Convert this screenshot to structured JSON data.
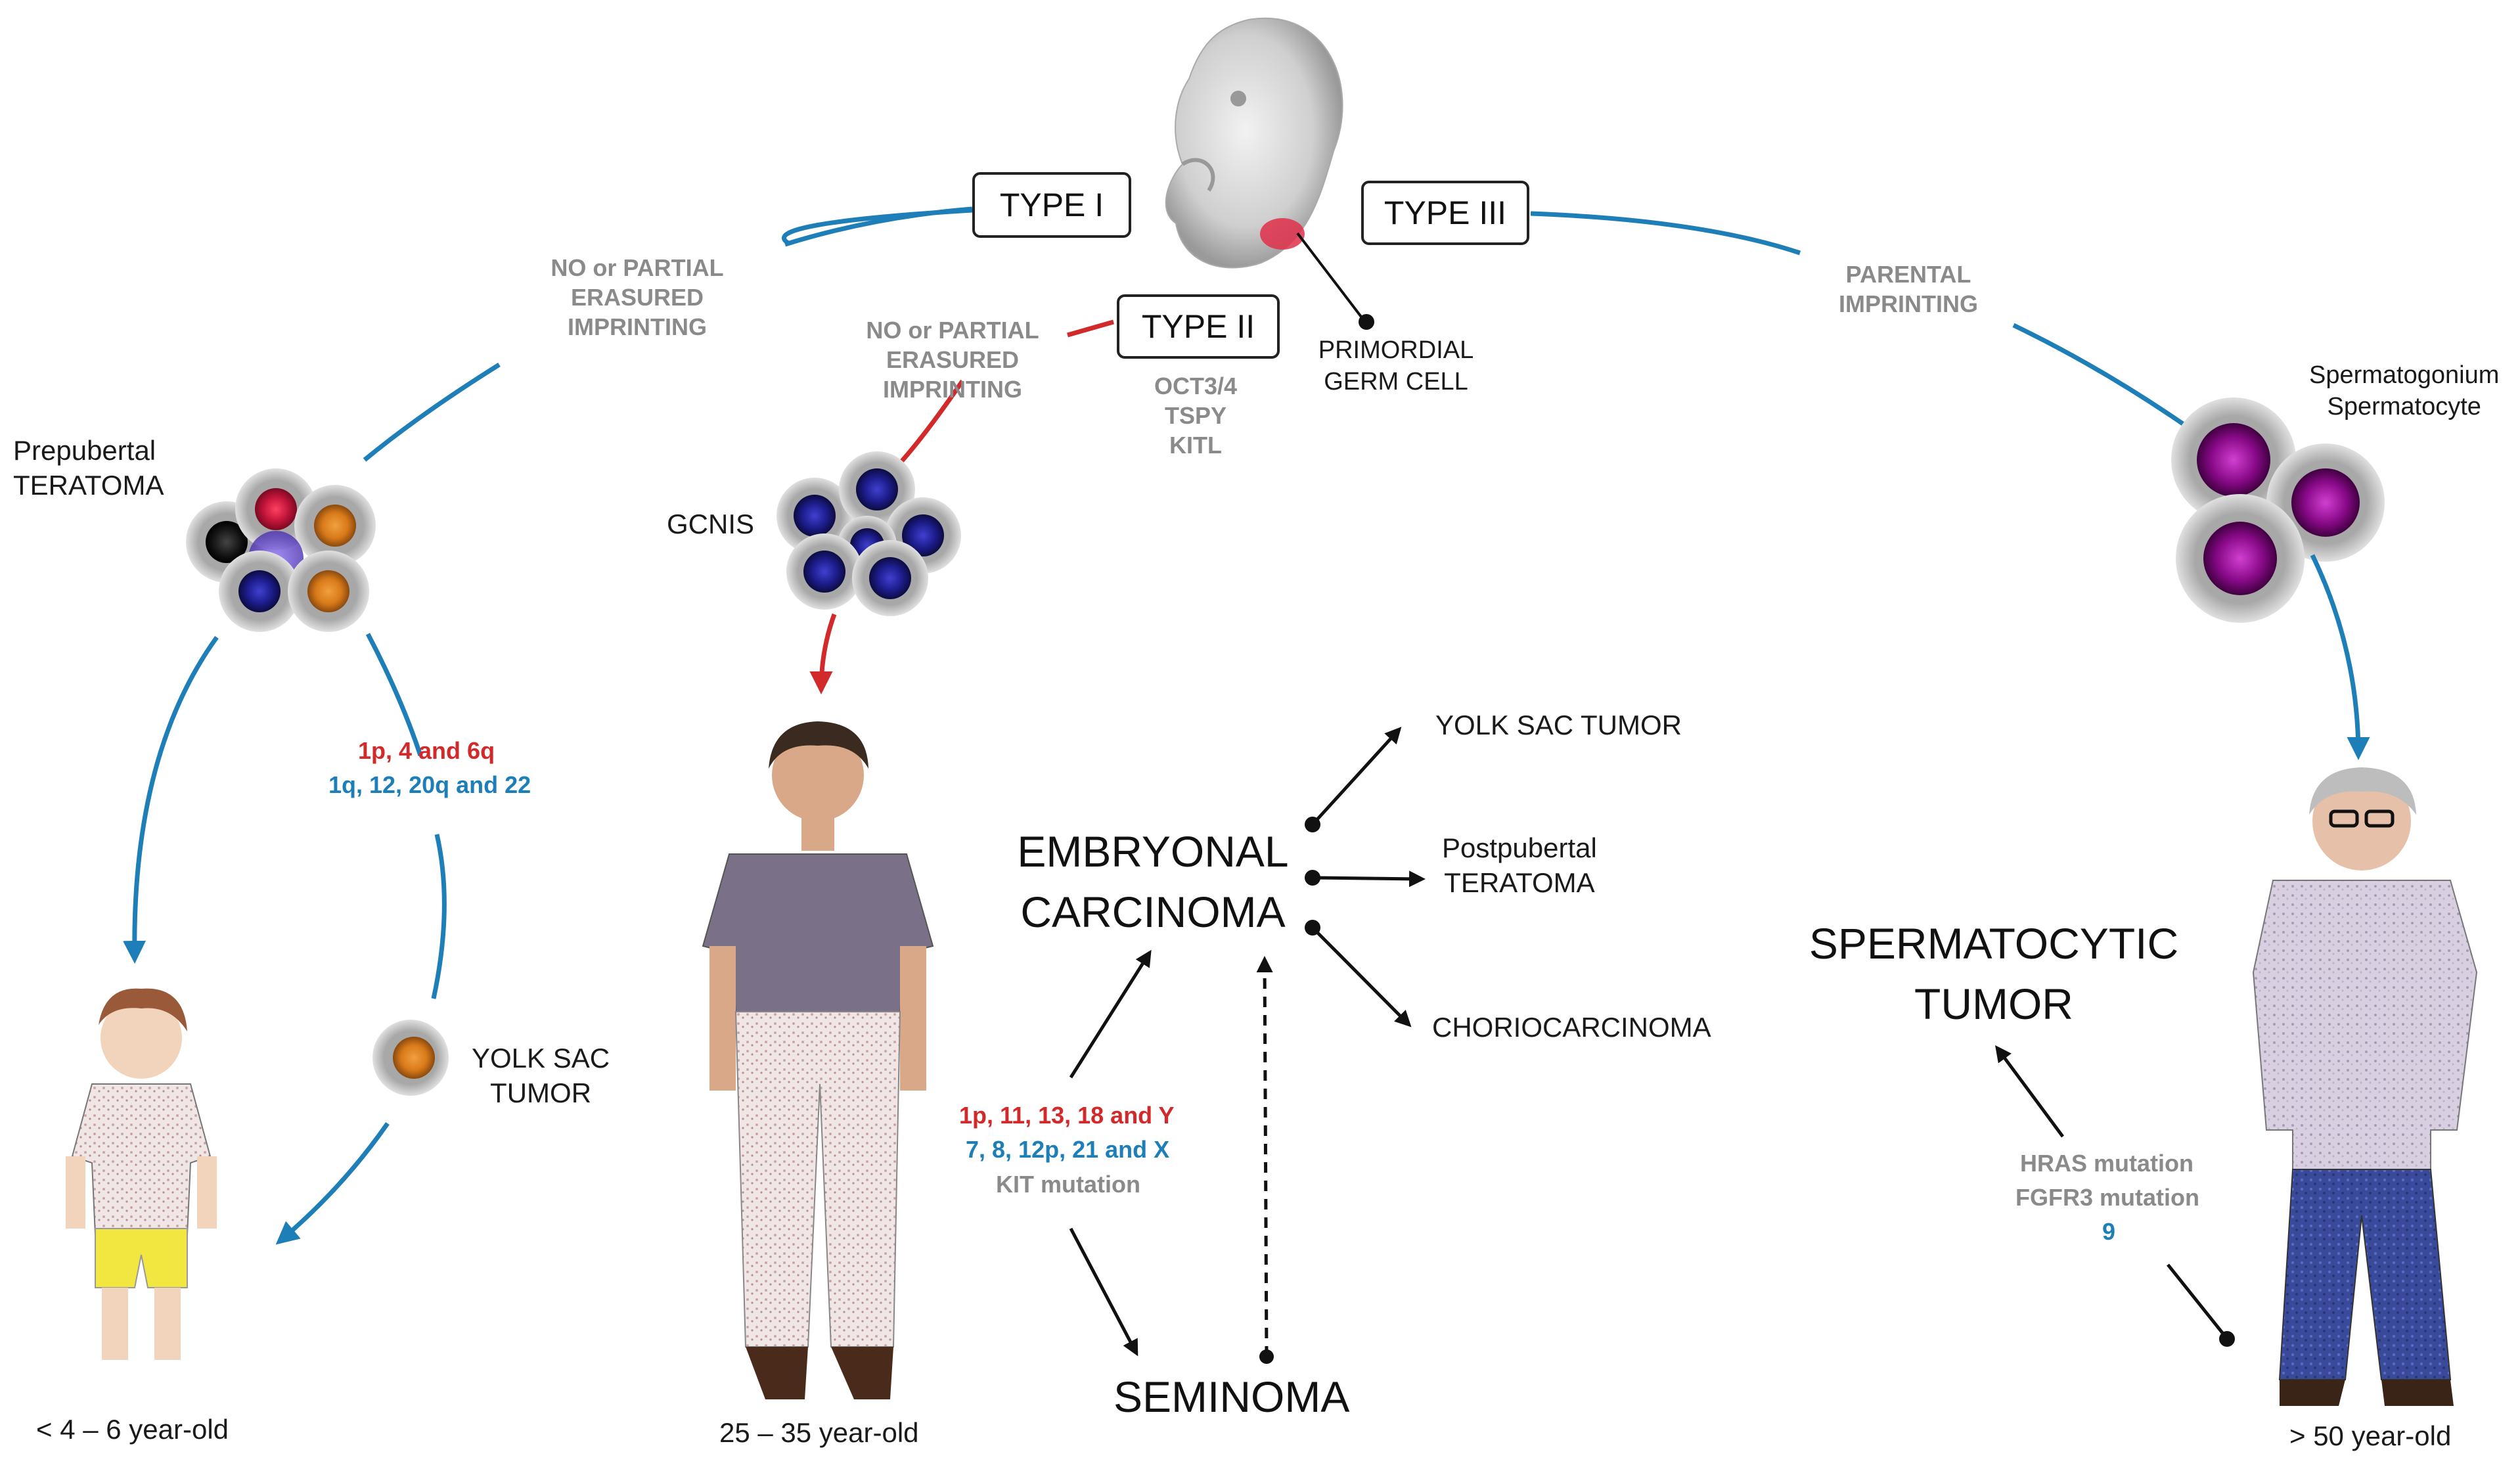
{
  "types": {
    "type1": "TYPE I",
    "type2": "TYPE II",
    "type3": "TYPE III"
  },
  "imprinting": {
    "left": [
      "NO or PARTIAL",
      "ERASURED",
      "IMPRINTING"
    ],
    "middle": [
      "NO or PARTIAL",
      "ERASURED",
      "IMPRINTING"
    ],
    "right": [
      "PARENTAL",
      "IMPRINTING"
    ]
  },
  "pgc": {
    "label": [
      "PRIMORDIAL",
      "GERM CELL"
    ],
    "markers": [
      "OCT3/4",
      "TSPY",
      "KITL"
    ]
  },
  "type1_branch": {
    "cell_label": [
      "Prepubertal",
      "TERATOMA"
    ],
    "losses": "1p, 4 and 6q",
    "gains": "1q, 12, 20q and 22",
    "yolk_sac": [
      "YOLK SAC",
      "TUMOR"
    ],
    "age": "< 4 – 6 year-old"
  },
  "type2_branch": {
    "cell_label": "GCNIS",
    "age": "25 – 35 year-old",
    "embryonal": [
      "EMBRYONAL",
      "CARCINOMA"
    ],
    "seminoma": "SEMINOMA",
    "losses": "1p, 11, 13, 18 and Y",
    "gains": "7, 8, 12p, 21 and X",
    "mutation": "KIT mutation",
    "outcomes": {
      "yolk_sac": "YOLK SAC TUMOR",
      "teratoma": [
        "Postpubertal",
        "TERATOMA"
      ],
      "chorio": "CHORIOCARCINOMA"
    }
  },
  "type3_branch": {
    "cell_label": [
      "Spermatogonium",
      "Spermatocyte"
    ],
    "tumor": [
      "SPERMATOCYTIC",
      "TUMOR"
    ],
    "mut1": "HRAS mutation",
    "mut2": "FGFR3 mutation",
    "chrom": "9",
    "age": "> 50 year-old"
  },
  "colors": {
    "blue_arrow": "#1e7fb8",
    "red_arrow": "#d22a2a",
    "gray_text": "#8a8a8a"
  }
}
